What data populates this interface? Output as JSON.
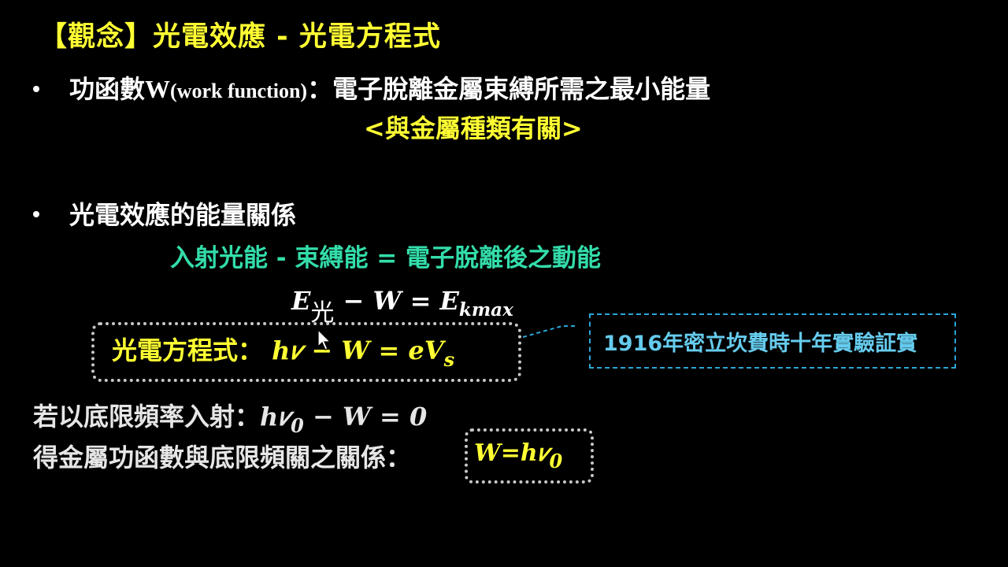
{
  "title": "【觀念】光電效應 - 光電方程式",
  "bullet1": {
    "prefix": "功函數",
    "symbol": "W",
    "english": "(work function)",
    "definition": "：電子脫離金屬束縛所需之最小能量"
  },
  "relevance": "<與金屬種類有關>",
  "bullet2": "光電效應的能量關係",
  "word_equation": "入射光能 - 束縛能 = 電子脫離後之動能",
  "energy_equation": {
    "e": "E",
    "e_sub": "光",
    "mid": " − W = E",
    "k_sub": "kmax"
  },
  "photo_equation": {
    "label": "光電方程式：",
    "formula": " h𝜈 − W = eV",
    "formula_sub": "s"
  },
  "note": "1916年密立坎費時十年實驗証實",
  "threshold": {
    "label": "若以底限頻率入射：",
    "formula": "h𝜈",
    "formula_sub": "0",
    "formula_rest": " − W = 0"
  },
  "relation": {
    "label": "得金屬功函數與底限頻關之關係：",
    "formula": "W=h𝜈",
    "formula_sub": "0"
  },
  "colors": {
    "background": "#000000",
    "title": "#ffff33",
    "body_text": "#ffffff",
    "word_equation": "#33ddaa",
    "note_border": "#2aa7d6",
    "note_text": "#66ccee",
    "dotted_border": "#c8c8c8"
  },
  "icons": [
    "bullet-dot",
    "mouse-cursor-icon"
  ]
}
